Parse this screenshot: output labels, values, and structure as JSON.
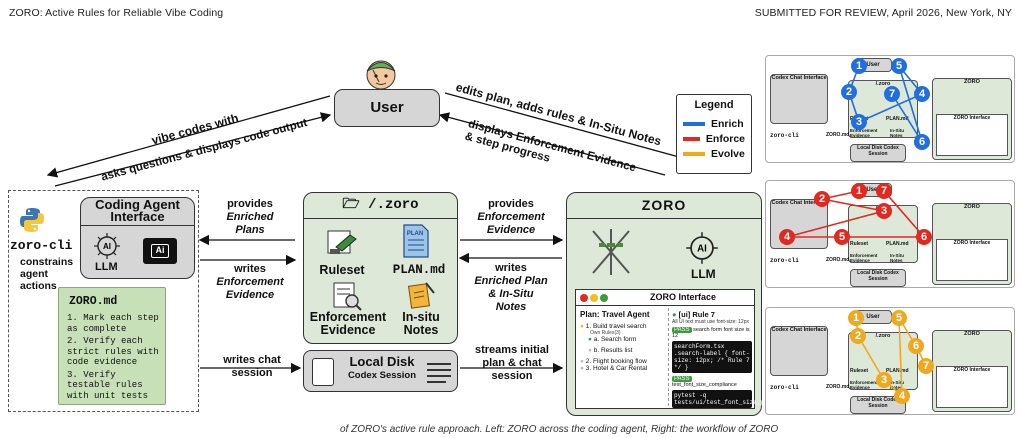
{
  "header": {
    "left_title": "ZORO: Active Rules for Reliable Vibe Coding",
    "right_title": "SUBMITTED FOR REVIEW, April 2026, New York, NY"
  },
  "nodes": {
    "user": "User",
    "agent_title": "Coding Agent Interface",
    "agent_llm": "LLM",
    "cli_name": "zoro-cli",
    "constrains": "constrains agent actions",
    "zoro_md_title": "ZORO.md",
    "zoro_md_items": [
      "1. Mark each step as complete",
      "2. Verify each strict rules with code evidence",
      "3. Verify testable rules with unit tests"
    ],
    "folder_title": "/.zoro",
    "ruleset": "Ruleset",
    "plan_md": "PLAN.md",
    "enforcement": "Enforcement Evidence",
    "insitu": "In-situ Notes",
    "disk_title": "Local Disk",
    "disk_sub": "Codex Session",
    "zoro_title": "ZORO",
    "zoro_llm": "LLM",
    "iface_title": "ZORO Interface",
    "plan_title": "Plan: Travel Agent",
    "plan_steps": [
      "1. Build travel search",
      "a. Search form",
      "b. Results list",
      "2. Flight booking flow",
      "3. Hotel & Car Rental"
    ],
    "plan_own_rules": "Own Rules(3)",
    "rule_title": "[ui] Rule 7",
    "rule_desc": "All UI text must use font-size: 12px",
    "pass1": "PASS",
    "pass1_text": "search form font size is 12",
    "pass2": "PASS",
    "pass2_text": "test_font_size_compliance",
    "code1": "searchForm.tsx .search-label { font-size: 12px; /* Rule 7 */ }",
    "code2": "pytest -q tests/ui/test_font_size.py"
  },
  "edges": {
    "vibe_codes": "vibe codes with",
    "asks_questions": "asks questions & displays code output",
    "edits_plan": "edits plan, adds rules & In-Situ Notes",
    "displays_enf": "displays Enforcement Evidence & step progress",
    "provides_enriched": [
      "provides",
      "Enriched",
      "Plans"
    ],
    "writes_enf": [
      "writes",
      "Enforcement",
      "Evidence"
    ],
    "provides_enf": [
      "provides",
      "Enforcement",
      "Evidence"
    ],
    "writes_plan": [
      "writes",
      "Enriched Plan",
      "& In-Situ",
      "Notes"
    ],
    "writes_chat": "writes chat session",
    "streams": "streams initial plan & chat session"
  },
  "legend": {
    "title": "Legend",
    "items": [
      {
        "label": "Enrich",
        "color": "#1f6fe0"
      },
      {
        "label": "Enforce",
        "color": "#e02a1f"
      },
      {
        "label": "Evolve",
        "color": "#f0a81c"
      }
    ]
  },
  "thumbnails": {
    "user": "User",
    "codex": "Codex Chat Interface",
    "zoro": "ZORO",
    "folder": "/.zoro",
    "ruleset": "Ruleset",
    "plan": "PLAN.md",
    "enf": "Enforcement Evidence",
    "notes": "In-Situ Notes",
    "cli": "zoro-cli",
    "zmd": "ZORO.md",
    "disk": "Local Disk",
    "disk_sub": "Codex Session",
    "iface": "ZORO Interface",
    "badges_blue": [
      "1",
      "2",
      "3",
      "4",
      "5",
      "6",
      "7"
    ],
    "badges_red": [
      "1",
      "2",
      "3",
      "4",
      "5",
      "6",
      "7"
    ],
    "badges_orange": [
      "1",
      "2",
      "3",
      "4",
      "5",
      "6",
      "7"
    ]
  },
  "caption_fragment": "of ZORO's active rule approach. Left: ZORO across the coding agent, Right: the workflow of ZORO"
}
